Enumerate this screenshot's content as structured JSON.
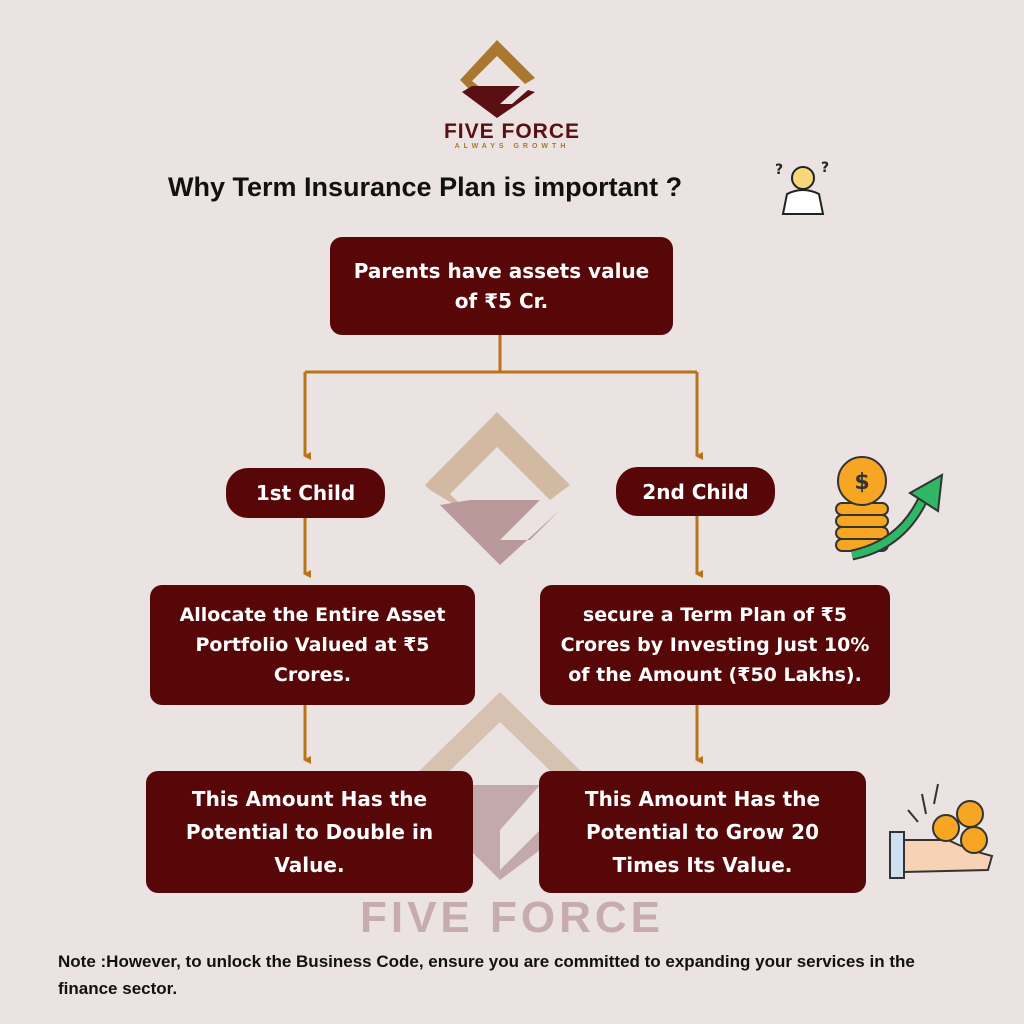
{
  "brand": {
    "name": "FIVE FORCE",
    "tagline": "ALWAYS GROWTH"
  },
  "title": "Why Term Insurance Plan is important ?",
  "top_box": "Parents have assets value of ₹5 Cr.",
  "left": {
    "child": "1st Child",
    "step": "Allocate the Entire Asset Portfolio Valued at ₹5 Crores.",
    "result": "This Amount Has the Potential to Double in Value."
  },
  "right": {
    "child": "2nd Child",
    "step": "secure a Term Plan of ₹5 Crores by Investing Just 10% of the Amount (₹50 Lakhs).",
    "result": "This Amount Has the Potential to Grow 20 Times Its Value."
  },
  "watermark": "FIVE FORCE",
  "note": "Note :However, to unlock the Business Code, ensure you are committed to expanding your services in the finance sector.",
  "colors": {
    "background": "#ebe2e2",
    "box": "#570707",
    "arrow": "#b8741a",
    "gold": "#a97830"
  }
}
